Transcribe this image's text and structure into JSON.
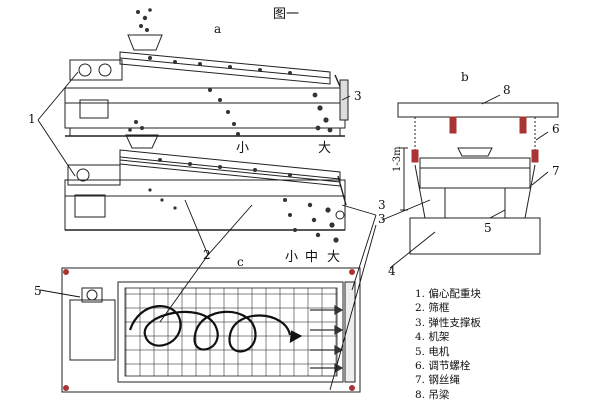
{
  "figure_title": "图一",
  "views": {
    "a": "a",
    "b": "b",
    "c": "c"
  },
  "discharge_labels": {
    "top": {
      "small": "小",
      "large": "大"
    },
    "middle": {
      "small": "小",
      "medium": "中",
      "large": "大"
    }
  },
  "dimension_label": "1-3m",
  "callouts": {
    "n1": "1",
    "n2": "2",
    "n3a": "3",
    "n3b": "3",
    "n3c": "3",
    "n4": "4",
    "n5a": "5",
    "n5b": "5",
    "n6": "6",
    "n7": "7",
    "n8": "8"
  },
  "legend": [
    "1. 偏心配重块",
    "2. 筛框",
    "3. 弹性支撑板",
    "4. 机架",
    "5. 电机",
    "6. 调节螺栓",
    "7. 钢丝绳",
    "8. 吊梁"
  ]
}
